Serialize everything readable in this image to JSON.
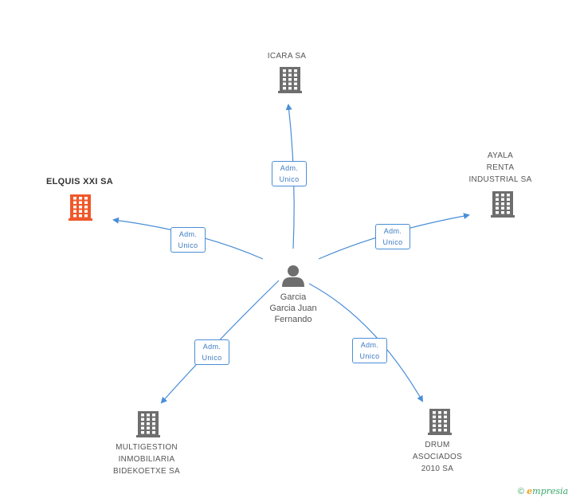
{
  "colors": {
    "edge": "#4a8ed6",
    "building": "#6e6e6e",
    "focus_building": "#f0582a",
    "person": "#6e6e6e"
  },
  "center": {
    "icon": "person-icon",
    "label": "Garcia\nGarcia Juan\nFernando"
  },
  "nodes": [
    {
      "id": "icara",
      "icon": "building-icon",
      "label": "ICARA SA",
      "focus": false
    },
    {
      "id": "ayala",
      "icon": "building-icon",
      "label": "AYALA\nRENTA\nINDUSTRIAL SA",
      "focus": false
    },
    {
      "id": "elquis",
      "icon": "building-icon",
      "label": "ELQUIS XXI SA",
      "focus": true
    },
    {
      "id": "multigestion",
      "icon": "building-icon",
      "label": "MULTIGESTION\nINMOBILIARIA\nBIDEKOETXE SA",
      "focus": false
    },
    {
      "id": "drum",
      "icon": "building-icon",
      "label": "DRUM\nASOCIADOS\n2010 SA",
      "focus": false
    }
  ],
  "edges": [
    {
      "to": "icara",
      "line1": "Adm.",
      "line2": "Unico"
    },
    {
      "to": "ayala",
      "line1": "Adm.",
      "line2": "Unico"
    },
    {
      "to": "elquis",
      "line1": "Adm.",
      "line2": "Unico"
    },
    {
      "to": "multigestion",
      "line1": "Adm.",
      "line2": "Unico"
    },
    {
      "to": "drum",
      "line1": "Adm.",
      "line2": "Unico"
    }
  ],
  "footer": {
    "copyright": "©",
    "brand_initial": "e",
    "brand_rest": "mpresia"
  }
}
